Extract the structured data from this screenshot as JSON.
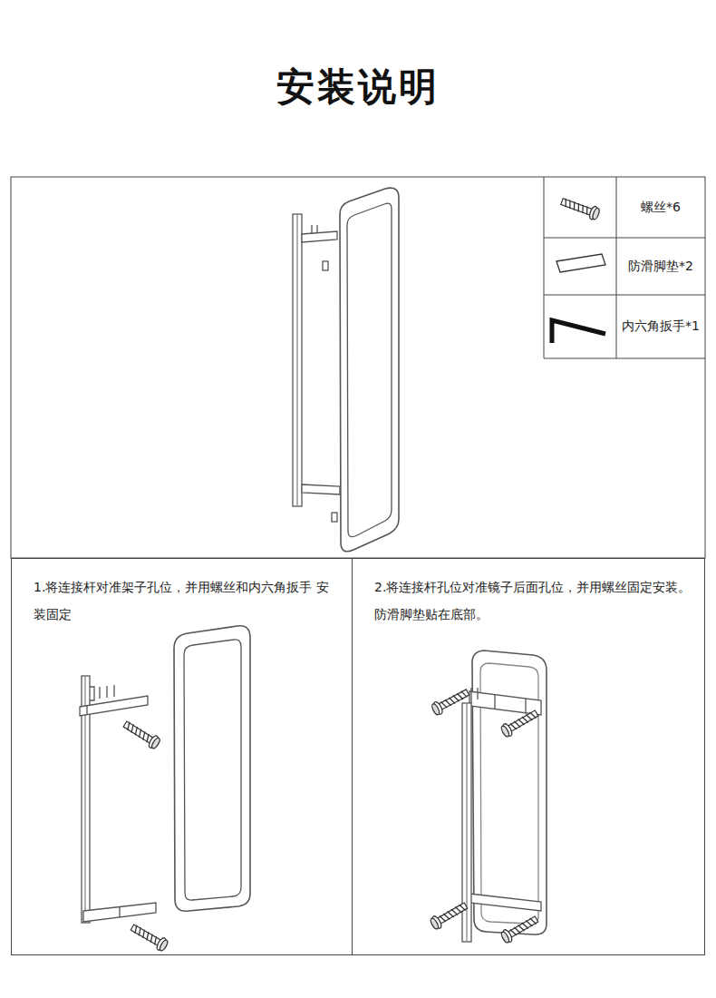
{
  "diagram": {
    "title": "安装说明",
    "nodes": [
      {
        "text": [
          "1.将连接杆对准架子孔位，并用螺丝和内六角扳手 安装固定"
        ]
      },
      {
        "text": [
          "2.将连接杆孔位对准镜子后面孔位，并用螺丝固定安装。 防滑脚垫贴在底部。"
        ]
      }
    ],
    "labels": [
      "螺丝*6",
      "防滑脚垫*2",
      "内六角扳手*1"
    ]
  }
}
